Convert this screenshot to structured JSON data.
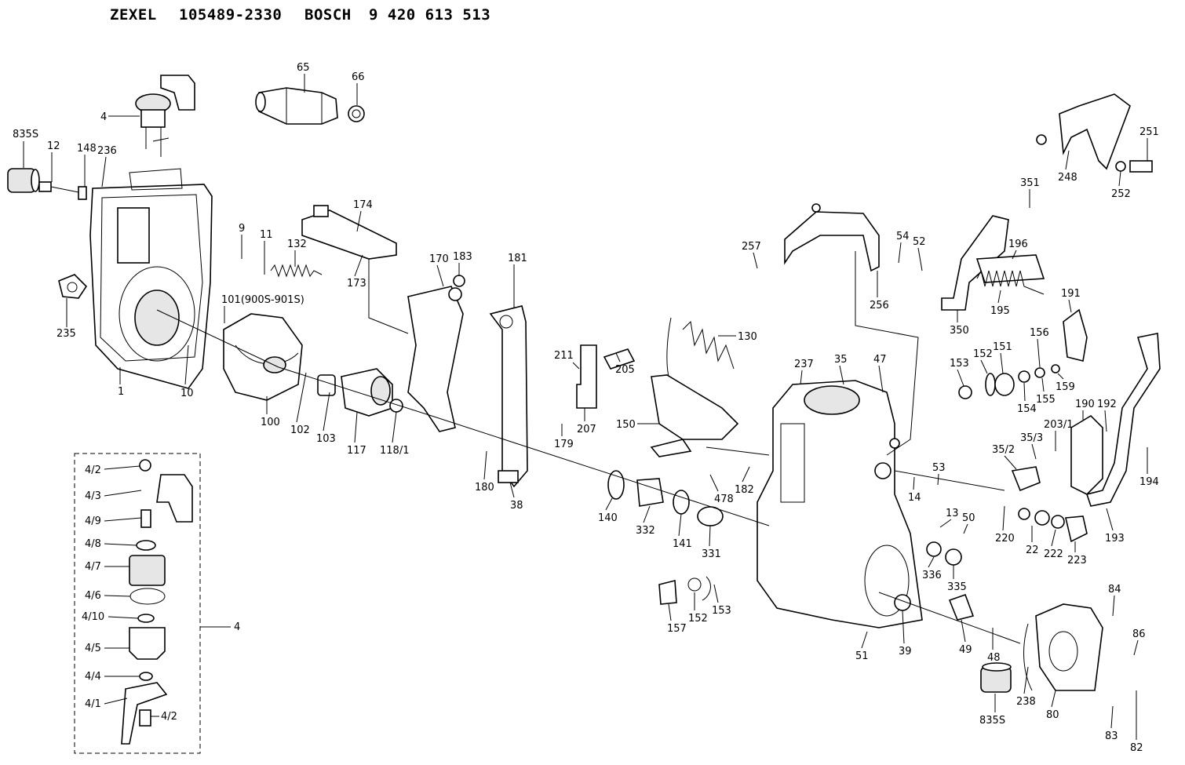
{
  "header": {
    "maker1": "ZEXEL",
    "part1": "105489-2330",
    "maker2": "BOSCH",
    "part2": "9 420 613 513"
  },
  "callouts": [
    {
      "id": "c4",
      "text": "4"
    },
    {
      "id": "c65",
      "text": "65"
    },
    {
      "id": "c66",
      "text": "66"
    },
    {
      "id": "c835s_a",
      "text": "835S"
    },
    {
      "id": "c12",
      "text": "12"
    },
    {
      "id": "c148",
      "text": "148"
    },
    {
      "id": "c236",
      "text": "236"
    },
    {
      "id": "c235",
      "text": "235"
    },
    {
      "id": "c1",
      "text": "1"
    },
    {
      "id": "c10",
      "text": "10"
    },
    {
      "id": "c9",
      "text": "9"
    },
    {
      "id": "c11",
      "text": "11"
    },
    {
      "id": "c132",
      "text": "132"
    },
    {
      "id": "c174",
      "text": "174"
    },
    {
      "id": "c173",
      "text": "173"
    },
    {
      "id": "c101",
      "text": "101(900S-901S)"
    },
    {
      "id": "c100",
      "text": "100"
    },
    {
      "id": "c102",
      "text": "102"
    },
    {
      "id": "c103",
      "text": "103"
    },
    {
      "id": "c117",
      "text": "117"
    },
    {
      "id": "c118_1",
      "text": "118/1"
    },
    {
      "id": "c170",
      "text": "170"
    },
    {
      "id": "c183",
      "text": "183"
    },
    {
      "id": "c181",
      "text": "181"
    },
    {
      "id": "c180",
      "text": "180"
    },
    {
      "id": "c38",
      "text": "38"
    },
    {
      "id": "c179",
      "text": "179"
    },
    {
      "id": "c211",
      "text": "211"
    },
    {
      "id": "c205",
      "text": "205"
    },
    {
      "id": "c207",
      "text": "207"
    },
    {
      "id": "c130",
      "text": "130"
    },
    {
      "id": "c150",
      "text": "150"
    },
    {
      "id": "c140",
      "text": "140"
    },
    {
      "id": "c332",
      "text": "332"
    },
    {
      "id": "c141",
      "text": "141"
    },
    {
      "id": "c331",
      "text": "331"
    },
    {
      "id": "c157",
      "text": "157"
    },
    {
      "id": "c152_a",
      "text": "152"
    },
    {
      "id": "c153_a",
      "text": "153"
    },
    {
      "id": "c478",
      "text": "478"
    },
    {
      "id": "c182",
      "text": "182"
    },
    {
      "id": "c237",
      "text": "237"
    },
    {
      "id": "c35",
      "text": "35"
    },
    {
      "id": "c47",
      "text": "47"
    },
    {
      "id": "c257",
      "text": "257"
    },
    {
      "id": "c256",
      "text": "256"
    },
    {
      "id": "c54",
      "text": "54"
    },
    {
      "id": "c52",
      "text": "52"
    },
    {
      "id": "c351",
      "text": "351"
    },
    {
      "id": "c196",
      "text": "196"
    },
    {
      "id": "c195",
      "text": "195"
    },
    {
      "id": "c350",
      "text": "350"
    },
    {
      "id": "c248",
      "text": "248"
    },
    {
      "id": "c251",
      "text": "251"
    },
    {
      "id": "c252",
      "text": "252"
    },
    {
      "id": "c153_b",
      "text": "153"
    },
    {
      "id": "c152_b",
      "text": "152"
    },
    {
      "id": "c151",
      "text": "151"
    },
    {
      "id": "c156",
      "text": "156"
    },
    {
      "id": "c191",
      "text": "191"
    },
    {
      "id": "c154",
      "text": "154"
    },
    {
      "id": "c155",
      "text": "155"
    },
    {
      "id": "c159",
      "text": "159"
    },
    {
      "id": "c190",
      "text": "190"
    },
    {
      "id": "c192",
      "text": "192"
    },
    {
      "id": "c203_1",
      "text": "203/1"
    },
    {
      "id": "c35_3",
      "text": "35/3"
    },
    {
      "id": "c35_2",
      "text": "35/2"
    },
    {
      "id": "c194",
      "text": "194"
    },
    {
      "id": "c193",
      "text": "193"
    },
    {
      "id": "c53",
      "text": "53"
    },
    {
      "id": "c14",
      "text": "14"
    },
    {
      "id": "c13",
      "text": "13"
    },
    {
      "id": "c50",
      "text": "50"
    },
    {
      "id": "c220",
      "text": "220"
    },
    {
      "id": "c22",
      "text": "22"
    },
    {
      "id": "c222",
      "text": "222"
    },
    {
      "id": "c223",
      "text": "223"
    },
    {
      "id": "c336",
      "text": "336"
    },
    {
      "id": "c335",
      "text": "335"
    },
    {
      "id": "c51",
      "text": "51"
    },
    {
      "id": "c39",
      "text": "39"
    },
    {
      "id": "c49",
      "text": "49"
    },
    {
      "id": "c48",
      "text": "48"
    },
    {
      "id": "c84",
      "text": "84"
    },
    {
      "id": "c86",
      "text": "86"
    },
    {
      "id": "c238",
      "text": "238"
    },
    {
      "id": "c80",
      "text": "80"
    },
    {
      "id": "c835s_b",
      "text": "835S"
    },
    {
      "id": "c83",
      "text": "83"
    },
    {
      "id": "c82",
      "text": "82"
    },
    {
      "id": "s4_2a",
      "text": "4/2"
    },
    {
      "id": "s4_3",
      "text": "4/3"
    },
    {
      "id": "s4_9",
      "text": "4/9"
    },
    {
      "id": "s4_8",
      "text": "4/8"
    },
    {
      "id": "s4_7",
      "text": "4/7"
    },
    {
      "id": "s4_6",
      "text": "4/6"
    },
    {
      "id": "s4_10",
      "text": "4/10"
    },
    {
      "id": "s4_5",
      "text": "4/5"
    },
    {
      "id": "s4_4",
      "text": "4/4"
    },
    {
      "id": "s4_1",
      "text": "4/1"
    },
    {
      "id": "s4_2b",
      "text": "4/2"
    },
    {
      "id": "s4_box",
      "text": "4"
    }
  ]
}
